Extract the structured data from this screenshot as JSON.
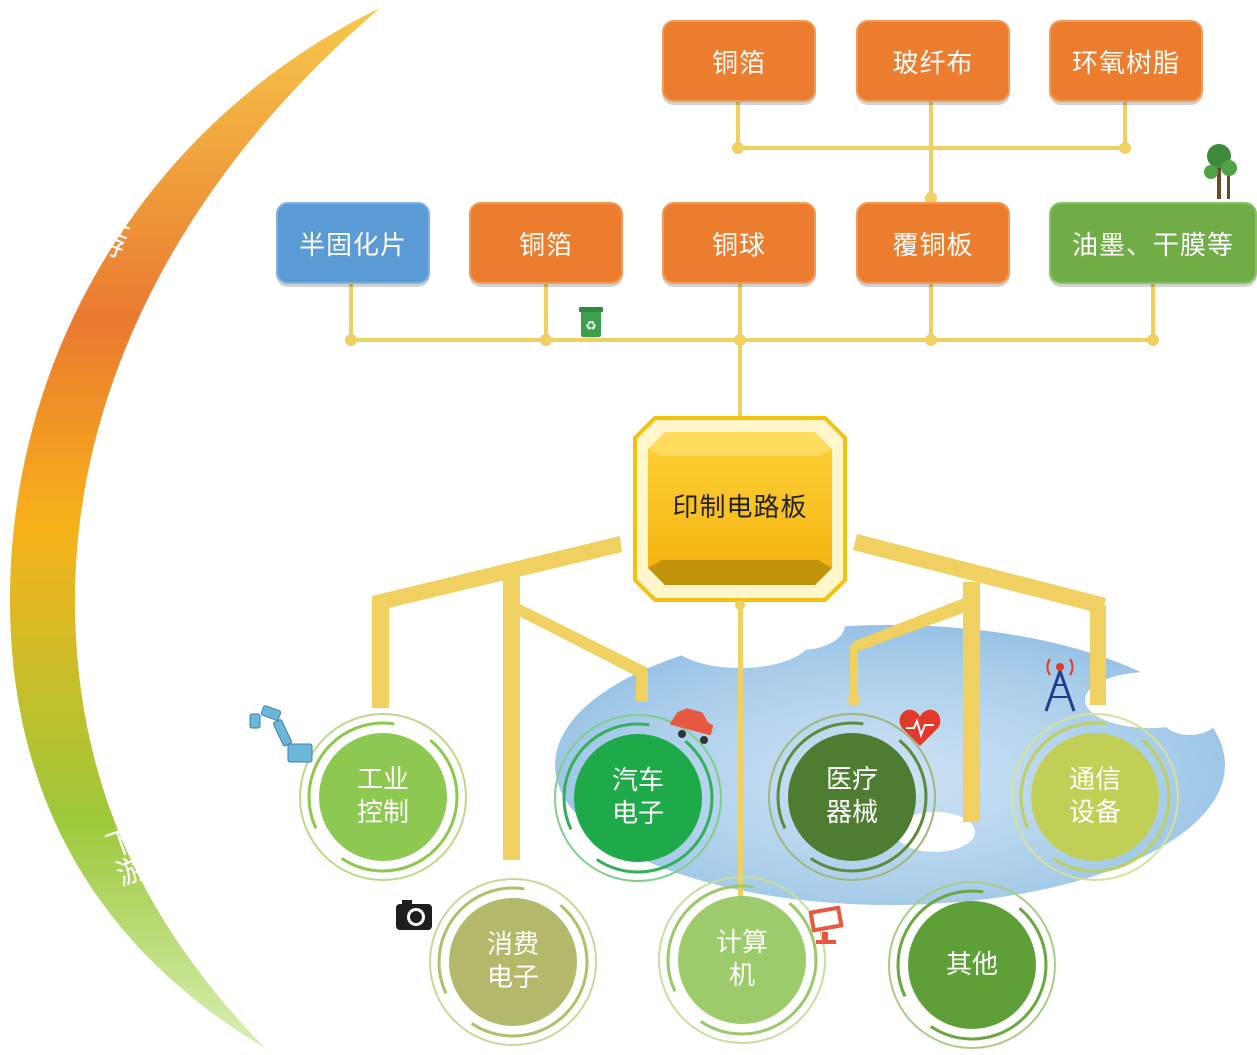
{
  "colors": {
    "orange": "#ec7d2f",
    "blue": "#5b9bd5",
    "green": "#70ad47",
    "connector": "#f0d060",
    "pcb_gold": "#f5c518"
  },
  "arc": {
    "upstream_label": "上\n游",
    "downstream_label": "下\n游"
  },
  "raw_materials": [
    {
      "label": "铜箔"
    },
    {
      "label": "玻纤布"
    },
    {
      "label": "环氧树脂"
    }
  ],
  "intermediates": [
    {
      "label": "半固化片"
    },
    {
      "label": "铜箔"
    },
    {
      "label": "铜球"
    },
    {
      "label": "覆铜板"
    },
    {
      "label": "油墨、干膜等"
    }
  ],
  "center": {
    "label": "印制电路板"
  },
  "applications": [
    {
      "label": "工业\n控制",
      "icon": "robot-arm-icon"
    },
    {
      "label": "消费\n电子",
      "icon": "camera-icon"
    },
    {
      "label": "汽车\n电子",
      "icon": "car-icon"
    },
    {
      "label": "计算\n机",
      "icon": "computer-icon"
    },
    {
      "label": "医疗\n器械",
      "icon": "heart-icon"
    },
    {
      "label": "其他",
      "icon": ""
    },
    {
      "label": "通信\n设备",
      "icon": "signal-tower-icon"
    }
  ],
  "decorations": {
    "recycle": "recycle-bin-icon",
    "tree": "tree-icon"
  }
}
